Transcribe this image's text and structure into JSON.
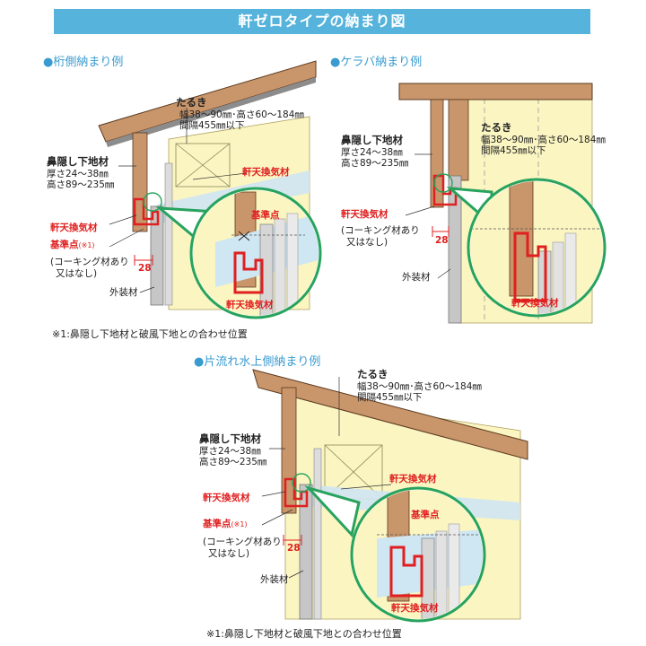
{
  "title": "軒ゼロタイプの納まり図",
  "sections": {
    "keta": "●桁側納まり例",
    "keraba": "●ケラバ納まり例",
    "katanagare": "●片流れ水上側納まり例"
  },
  "labels": {
    "taruki": "たるき",
    "taruki_spec1": "幅38～90㎜･高さ60～184㎜",
    "taruki_spec2": "間隔455㎜以下",
    "hanakakushi": "鼻隠し下地材",
    "hanakakushi_spec1": "厚さ24～38㎜",
    "hanakakushi_spec2": "高さ89～235㎜",
    "nokiten": "軒天換気材",
    "kijunten": "基準点",
    "kijunten_note": "(※1)",
    "caulking1": "(コーキング材あり",
    "caulking2": "又はなし)",
    "gaisouzai": "外装材",
    "dim28": "28"
  },
  "footnote": "※1:鼻隠し下地材と破風下地との合わせ位置",
  "colors": {
    "accent": "#55b3dc",
    "wood": "#c9956a",
    "yellow": "#fbf5c2",
    "green": "#27a35e",
    "red": "#e02020",
    "gray": "#c6c6c6"
  }
}
